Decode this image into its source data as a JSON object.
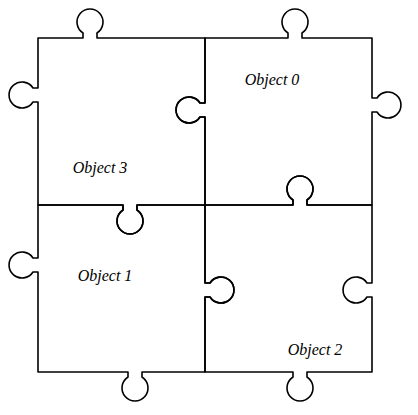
{
  "diagram": {
    "nodes": [
      {
        "text": [
          "Object 3"
        ]
      },
      {
        "text": [
          "Object 0"
        ]
      },
      {
        "text": [
          "Object 1"
        ]
      },
      {
        "text": [
          "Object 2"
        ]
      }
    ]
  }
}
